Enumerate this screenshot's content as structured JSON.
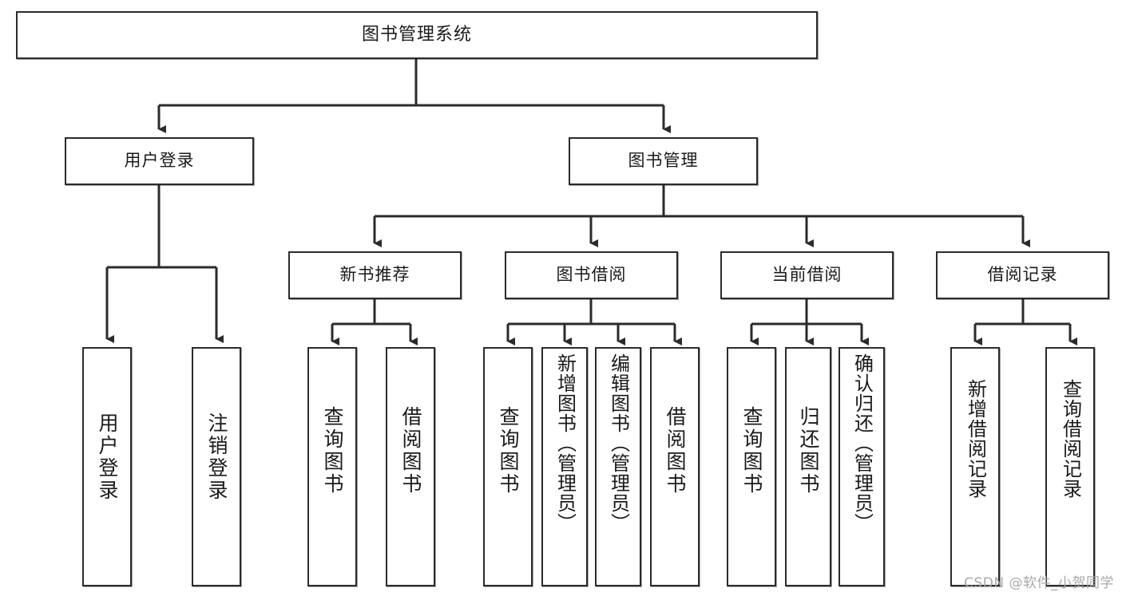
{
  "diagram": {
    "title": "图书管理系统",
    "type": "功能结构图",
    "stroke_color": "#2b2b2b",
    "fill_color": "#ffffff",
    "text_color": "#1a1a1a"
  },
  "nodes": {
    "root": {
      "label": "图书管理系统"
    },
    "level2": [
      {
        "id": "user-login",
        "label": "用户登录"
      },
      {
        "id": "book-manage",
        "label": "图书管理"
      }
    ],
    "level3": [
      {
        "id": "new-book-recommend",
        "label": "新书推荐"
      },
      {
        "id": "book-borrow",
        "label": "图书借阅"
      },
      {
        "id": "current-borrow",
        "label": "当前借阅"
      },
      {
        "id": "borrow-record",
        "label": "借阅记录"
      }
    ],
    "leaves": [
      {
        "id": "leaf-user-login",
        "label": "用户登录",
        "parent": "user-login"
      },
      {
        "id": "leaf-logout-login",
        "label": "注销登录",
        "parent": "user-login"
      },
      {
        "id": "leaf-query-book-1",
        "label": "查询图书",
        "parent": "new-book-recommend"
      },
      {
        "id": "leaf-borrow-book-1",
        "label": "借阅图书",
        "parent": "new-book-recommend"
      },
      {
        "id": "leaf-query-book-2",
        "label": "查询图书",
        "parent": "book-borrow"
      },
      {
        "id": "leaf-add-book",
        "label": "新增图书（管理员）",
        "parent": "book-borrow"
      },
      {
        "id": "leaf-edit-book",
        "label": "编辑图书（管理员）",
        "parent": "book-borrow"
      },
      {
        "id": "leaf-borrow-book-2",
        "label": "借阅图书",
        "parent": "book-borrow"
      },
      {
        "id": "leaf-query-book-3",
        "label": "查询图书",
        "parent": "current-borrow"
      },
      {
        "id": "leaf-return-book",
        "label": "归还图书",
        "parent": "current-borrow"
      },
      {
        "id": "leaf-confirm-return",
        "label": "确认归还（管理员）",
        "parent": "current-borrow"
      },
      {
        "id": "leaf-add-record",
        "label": "新增借阅记录",
        "parent": "borrow-record"
      },
      {
        "id": "leaf-query-record",
        "label": "查询借阅记录",
        "parent": "borrow-record"
      }
    ]
  },
  "watermark": {
    "text": "CSDN @软件_小贺同学"
  }
}
